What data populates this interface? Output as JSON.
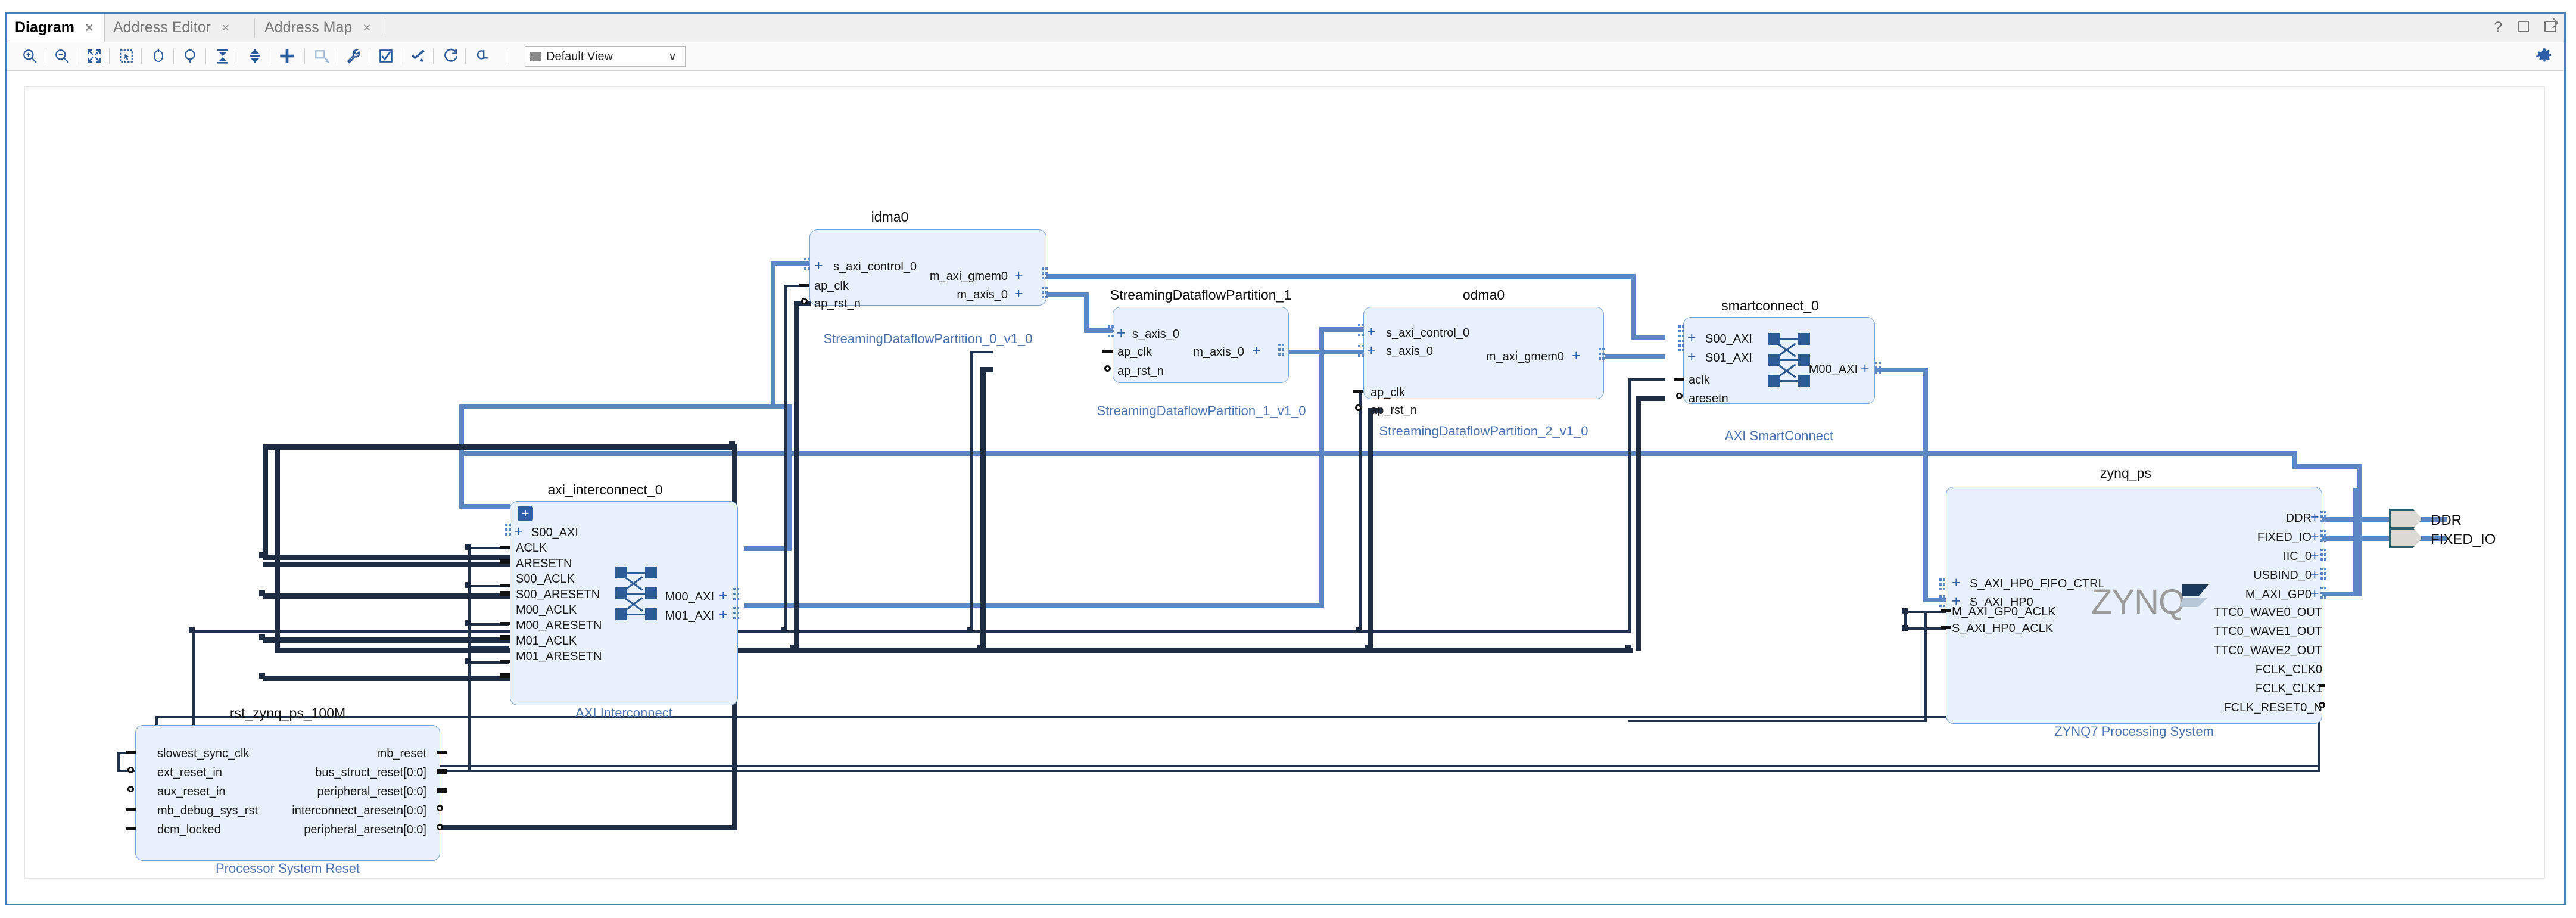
{
  "window": {
    "tabs": [
      {
        "label": "Diagram",
        "active": true,
        "close": "×"
      },
      {
        "label": "Address Editor",
        "active": false,
        "close": "×"
      },
      {
        "label": "Address Map",
        "active": false,
        "close": "×"
      }
    ],
    "controls": {
      "help": "?",
      "maximize": "maximize-icon",
      "float": "float-icon"
    }
  },
  "toolbar": {
    "buttons": [
      {
        "name": "zoom-in",
        "title": "Zoom In"
      },
      {
        "name": "zoom-out",
        "title": "Zoom Out"
      },
      {
        "name": "zoom-fit",
        "title": "Zoom Fit"
      },
      {
        "name": "zoom-area",
        "title": "Zoom Area"
      },
      {
        "name": "refresh-layout",
        "title": "Regenerate Layout"
      },
      {
        "name": "search",
        "title": "Search"
      },
      {
        "name": "collapse-all",
        "title": "Collapse All"
      },
      {
        "name": "expand-all",
        "title": "Expand All"
      },
      {
        "name": "add-ip",
        "title": "Add IP"
      },
      {
        "name": "add-module",
        "title": "Add Module"
      },
      {
        "name": "run-connection-automation",
        "title": "Run Connection Automation"
      },
      {
        "name": "validate-design",
        "title": "Validate Design"
      },
      {
        "name": "optimize-routing",
        "title": "Optimize Routing"
      },
      {
        "name": "redo-layout",
        "title": "Redo Layout"
      },
      {
        "name": "highlight",
        "title": "Highlight"
      }
    ],
    "view_select": {
      "value": "Default View",
      "icon": "layers-icon",
      "caret": "∨"
    },
    "settings_icon": "gear-icon"
  },
  "diagram": {
    "blocks": [
      {
        "id": "idma0",
        "title": "idma0",
        "subtitle": "StreamingDataflowPartition_0_v1_0",
        "left_pins": [
          {
            "label": "s_axi_control_0",
            "type": "bus"
          },
          {
            "label": "ap_clk",
            "type": "clk"
          },
          {
            "label": "ap_rst_n",
            "type": "rstn"
          }
        ],
        "right_pins": [
          {
            "label": "m_axi_gmem0",
            "type": "bus"
          },
          {
            "label": "m_axis_0",
            "type": "bus"
          }
        ]
      },
      {
        "id": "StreamingDataflowPartition_1",
        "title": "StreamingDataflowPartition_1",
        "subtitle": "StreamingDataflowPartition_1_v1_0",
        "left_pins": [
          {
            "label": "s_axis_0",
            "type": "bus"
          },
          {
            "label": "ap_clk",
            "type": "clk"
          },
          {
            "label": "ap_rst_n",
            "type": "rstn"
          }
        ],
        "right_pins": [
          {
            "label": "m_axis_0",
            "type": "bus"
          }
        ]
      },
      {
        "id": "odma0",
        "title": "odma0",
        "subtitle": "StreamingDataflowPartition_2_v1_0",
        "left_pins": [
          {
            "label": "s_axi_control_0",
            "type": "bus"
          },
          {
            "label": "s_axis_0",
            "type": "bus"
          },
          {
            "label": "ap_clk",
            "type": "clk"
          },
          {
            "label": "ap_rst_n",
            "type": "rstn"
          }
        ],
        "right_pins": [
          {
            "label": "m_axi_gmem0",
            "type": "bus"
          }
        ]
      },
      {
        "id": "smartconnect_0",
        "title": "smartconnect_0",
        "subtitle": "AXI SmartConnect",
        "left_pins": [
          {
            "label": "S00_AXI",
            "type": "bus"
          },
          {
            "label": "S01_AXI",
            "type": "bus"
          },
          {
            "label": "aclk",
            "type": "clk"
          },
          {
            "label": "aresetn",
            "type": "rstn"
          }
        ],
        "right_pins": [
          {
            "label": "M00_AXI",
            "type": "bus"
          }
        ]
      },
      {
        "id": "axi_interconnect_0",
        "title": "axi_interconnect_0",
        "subtitle": "AXI Interconnect",
        "expand_badge": "+",
        "left_pins": [
          {
            "label": "S00_AXI",
            "type": "bus"
          },
          {
            "label": "ACLK",
            "type": "clk"
          },
          {
            "label": "ARESETN",
            "type": "rstn"
          },
          {
            "label": "S00_ACLK",
            "type": "clk"
          },
          {
            "label": "S00_ARESETN",
            "type": "rstn"
          },
          {
            "label": "M00_ACLK",
            "type": "clk"
          },
          {
            "label": "M00_ARESETN",
            "type": "rstn"
          },
          {
            "label": "M01_ACLK",
            "type": "clk"
          },
          {
            "label": "M01_ARESETN",
            "type": "rstn"
          }
        ],
        "right_pins": [
          {
            "label": "M00_AXI",
            "type": "bus"
          },
          {
            "label": "M01_AXI",
            "type": "bus"
          }
        ]
      },
      {
        "id": "rst_zynq_ps_100M",
        "title": "rst_zynq_ps_100M",
        "subtitle": "Processor System Reset",
        "left_pins": [
          {
            "label": "slowest_sync_clk",
            "type": "clk"
          },
          {
            "label": "ext_reset_in",
            "type": "rstn"
          },
          {
            "label": "aux_reset_in",
            "type": "rstn"
          },
          {
            "label": "mb_debug_sys_rst",
            "type": "clk"
          },
          {
            "label": "dcm_locked",
            "type": "clk"
          }
        ],
        "right_pins": [
          {
            "label": "mb_reset",
            "type": "clk"
          },
          {
            "label": "bus_struct_reset[0:0]",
            "type": "clk"
          },
          {
            "label": "peripheral_reset[0:0]",
            "type": "clk"
          },
          {
            "label": "interconnect_aresetn[0:0]",
            "type": "rstn"
          },
          {
            "label": "peripheral_aresetn[0:0]",
            "type": "rstn"
          }
        ]
      },
      {
        "id": "zynq_ps",
        "title": "zynq_ps",
        "subtitle": "ZYNQ7 Processing System",
        "logo": "ZYNQ",
        "left_pins": [
          {
            "label": "S_AXI_HP0_FIFO_CTRL",
            "type": "bus"
          },
          {
            "label": "S_AXI_HP0",
            "type": "bus"
          },
          {
            "label": "M_AXI_GP0_ACLK",
            "type": "clk"
          },
          {
            "label": "S_AXI_HP0_ACLK",
            "type": "clk"
          }
        ],
        "right_pins": [
          {
            "label": "DDR",
            "type": "bus"
          },
          {
            "label": "FIXED_IO",
            "type": "bus"
          },
          {
            "label": "IIC_0",
            "type": "bus"
          },
          {
            "label": "USBIND_0",
            "type": "bus"
          },
          {
            "label": "M_AXI_GP0",
            "type": "bus"
          },
          {
            "label": "TTC0_WAVE0_OUT",
            "type": "plain"
          },
          {
            "label": "TTC0_WAVE1_OUT",
            "type": "plain"
          },
          {
            "label": "TTC0_WAVE2_OUT",
            "type": "plain"
          },
          {
            "label": "FCLK_CLK0",
            "type": "plain"
          },
          {
            "label": "FCLK_CLK1",
            "type": "plain"
          },
          {
            "label": "FCLK_RESET0_N",
            "type": "plain"
          }
        ]
      }
    ],
    "external_ports": [
      {
        "label": "DDR",
        "name": "ext-port-ddr"
      },
      {
        "label": "FIXED_IO",
        "name": "ext-port-fixed-io"
      }
    ],
    "colors": {
      "block_fill": "#e8f1fb",
      "block_border": "#7ba3d0",
      "subtitle": "#4a72b0",
      "bus_wire": "#5b87c4",
      "signal_wire": "#1d2c42",
      "accent": "#2f5fa8",
      "window_border": "#4a7ebb",
      "ext_port_fill": "#dcdad5",
      "ext_port_border": "#2c6070"
    }
  }
}
